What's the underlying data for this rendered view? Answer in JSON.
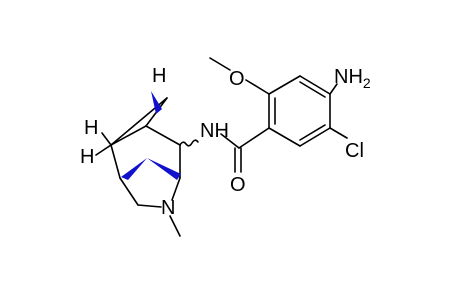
{
  "molecule": {
    "labels": {
      "h_top": "H",
      "h_left": "H",
      "h_lower_left": "H",
      "nh": "NH",
      "n_ring": "N",
      "o_methoxy": "O",
      "nh2_main": "NH",
      "nh2_sub": "2",
      "cl": "Cl",
      "o_carbonyl": "O"
    },
    "colors": {
      "bond": "#000000",
      "stereo_wedge": "#1111cc",
      "background": "#ffffff"
    }
  }
}
